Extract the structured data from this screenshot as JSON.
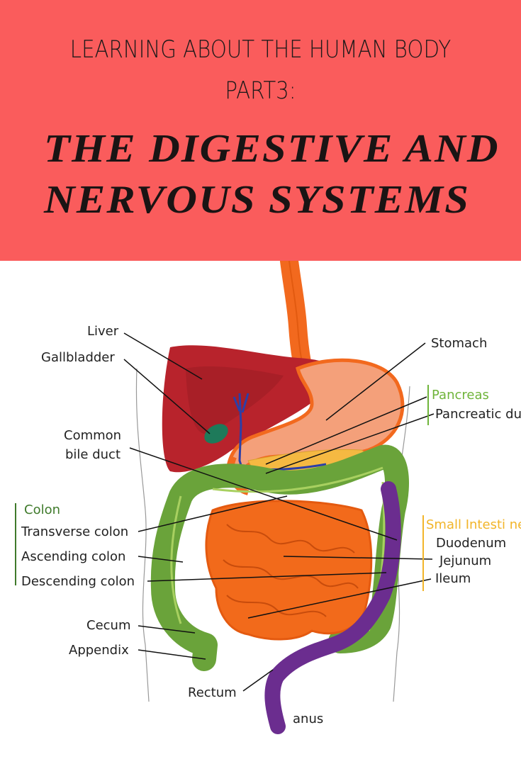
{
  "banner": {
    "subtitle_line1": "LEARNING ABOUT THE HUMAN BODY",
    "subtitle_line2": "PART3:",
    "title_line1": "THE DIGESTIVE AND",
    "title_line2": "NERVOUS SYSTEMS",
    "color": "#fa5c5c"
  },
  "diagram": {
    "labels": {
      "liver": "Liver",
      "gallbladder": "Gallbladder",
      "common_bile_duct_1": "Common",
      "common_bile_duct_2": "bile duct",
      "stomach": "Stomach",
      "pancreas": "Pancreas",
      "pancreatic_duct": "Pancreatic du",
      "colon": "Colon",
      "transverse_colon": "Transverse colon",
      "ascending_colon": "Ascending colon",
      "descending_colon": "Descending colon",
      "cecum": "Cecum",
      "appendix": "Appendix",
      "rectum": "Rectum",
      "anus": "anus",
      "small_intestine": "Small Intesti ne",
      "duodenum": "Duodenum",
      "jejunum": "Jejunum",
      "ileum": "Ileum"
    },
    "colors": {
      "liver": "#b8232c",
      "stomach": "#f4a07a",
      "esophagus": "#f2691e",
      "colon": "#6aa33a",
      "small_intestine": "#f26a1b",
      "rectum": "#6b2d8f",
      "gallbladder": "#1e7a5a",
      "bile_duct": "#2b3fa8"
    }
  }
}
